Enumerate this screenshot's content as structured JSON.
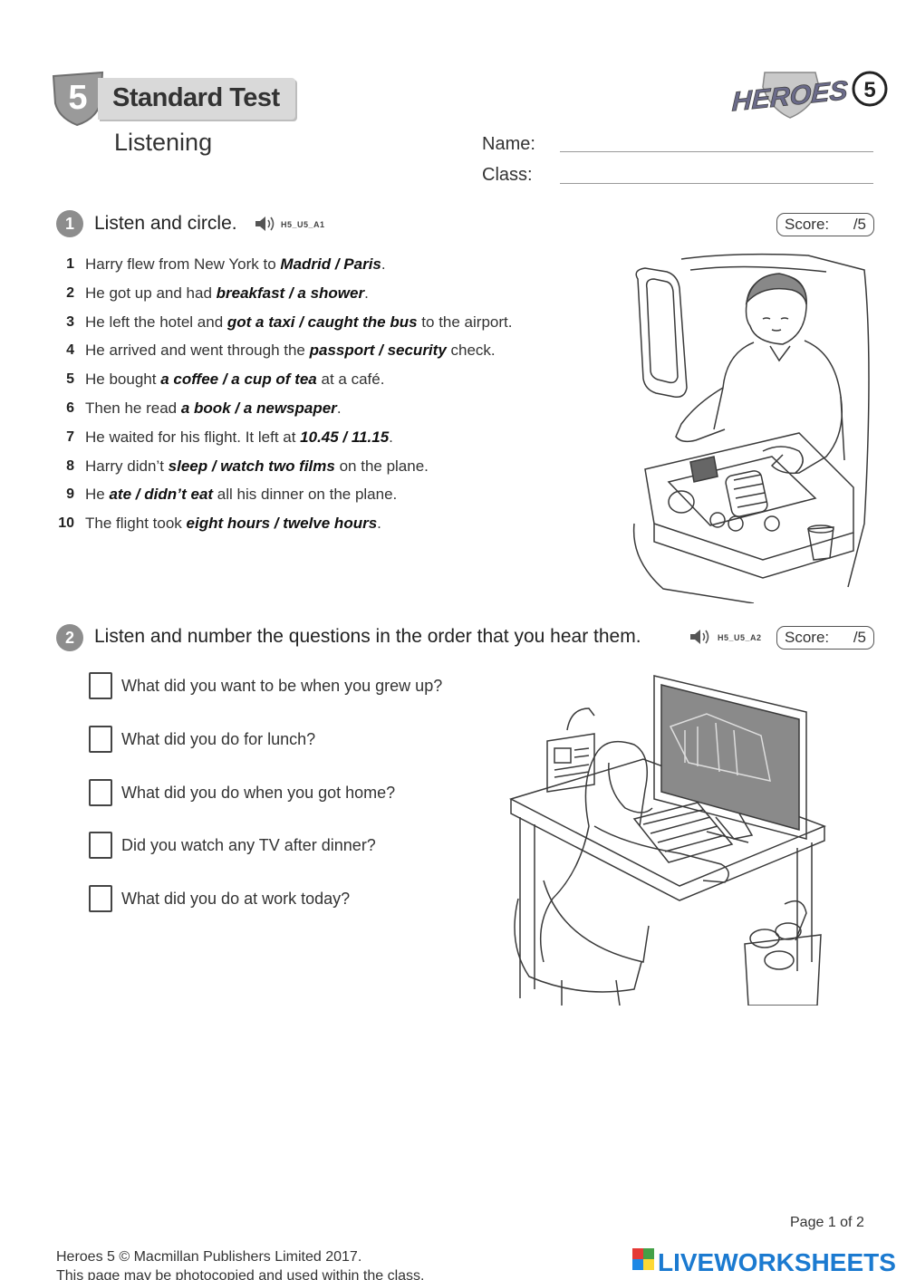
{
  "header": {
    "unit_number": "5",
    "title": "Standard Test",
    "subtitle": "Listening",
    "name_label": "Name:",
    "class_label": "Class:",
    "brand": "HEROES",
    "brand_level": "5"
  },
  "exercise1": {
    "number": "1",
    "title": "Listen and circle.",
    "audio_code": "H5_U5_A1",
    "score_label": "Score:",
    "score_total": "/5",
    "items": [
      {
        "num": "1",
        "pre": "Harry flew from New York to ",
        "opt": "Madrid / Paris",
        "post": "."
      },
      {
        "num": "2",
        "pre": "He got up and had ",
        "opt": "breakfast / a shower",
        "post": "."
      },
      {
        "num": "3",
        "pre": "He left the hotel and ",
        "opt": "got a taxi / caught the bus",
        "post": " to the airport."
      },
      {
        "num": "4",
        "pre": "He arrived and went through the ",
        "opt": "passport / security",
        "post": " check."
      },
      {
        "num": "5",
        "pre": "He bought ",
        "opt": "a coffee / a cup of tea",
        "post": " at a café."
      },
      {
        "num": "6",
        "pre": "Then he read ",
        "opt": "a book / a newspaper",
        "post": "."
      },
      {
        "num": "7",
        "pre": "He waited for his flight. It left at ",
        "opt": "10.45 / 11.15",
        "post": "."
      },
      {
        "num": "8",
        "pre": "Harry didn’t ",
        "opt": "sleep / watch two films",
        "post": " on the plane."
      },
      {
        "num": "9",
        "pre": "He ",
        "opt": "ate / didn’t eat",
        "post": " all his dinner on the plane."
      },
      {
        "num": "10",
        "pre": "The flight took ",
        "opt": "eight hours / twelve hours",
        "post": "."
      }
    ]
  },
  "exercise2": {
    "number": "2",
    "title": "Listen and number the questions in the order that you hear them.",
    "audio_code": "H5_U5_A2",
    "score_label": "Score:",
    "score_total": "/5",
    "questions": [
      "What did you want to be when you grew up?",
      "What did you do for lunch?",
      "What did you do when you got home?",
      "Did you watch any TV after dinner?",
      "What did you do at work today?"
    ]
  },
  "footer": {
    "page": "Page 1 of 2",
    "copyright": "Heroes 5 © Macmillan Publishers Limited 2017.",
    "note": "This page may be photocopied and used within the class.",
    "watermark": "LIVEWORKSHEETS"
  },
  "colors": {
    "badge_grey": "#8d8d8d",
    "title_bar": "#d9d9d9",
    "brand_purple": "#6b6b8a",
    "lw_blue": "#1b7ad0"
  },
  "icons": [
    "speaker-icon",
    "airplane-illustration",
    "computer-desk-illustration",
    "shield-badge-icon"
  ]
}
